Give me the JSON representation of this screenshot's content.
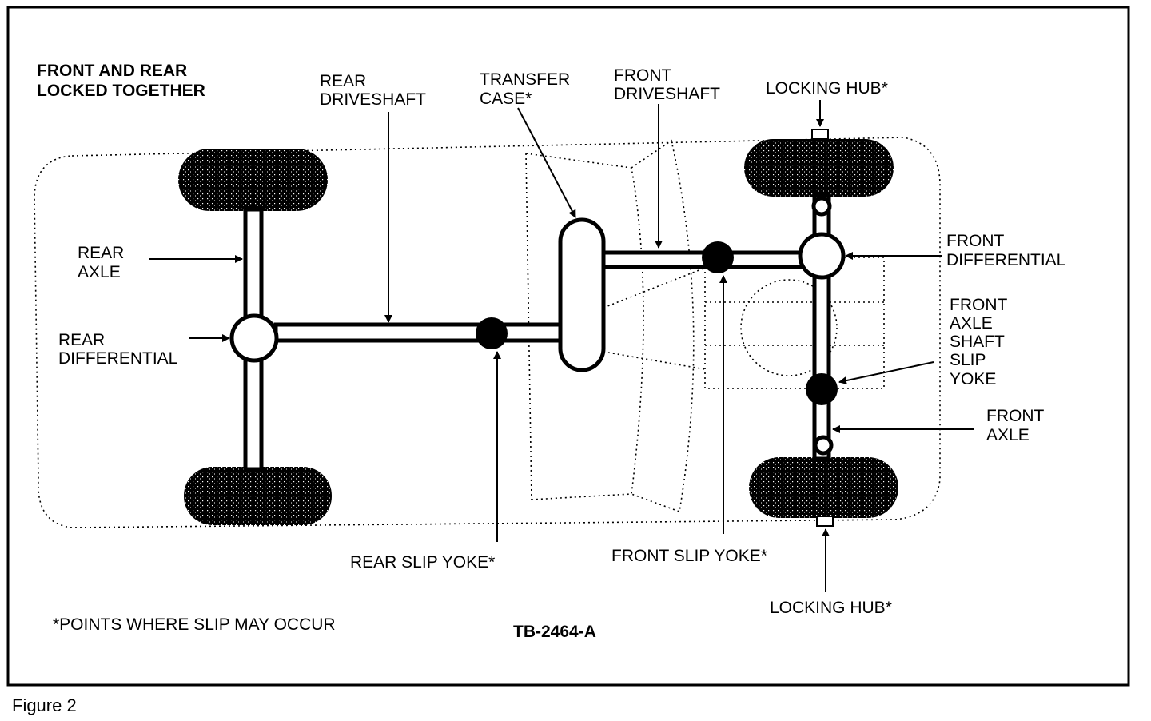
{
  "header": {
    "line1": "FRONT AND REAR",
    "line2": "LOCKED TOGETHER"
  },
  "labels": {
    "rear_driveshaft": [
      "REAR",
      "DRIVESHAFT"
    ],
    "transfer_case": [
      "TRANSFER",
      "CASE*"
    ],
    "front_driveshaft": [
      "FRONT",
      "DRIVESHAFT"
    ],
    "locking_hub_top": "LOCKING HUB*",
    "rear_axle": [
      "REAR",
      "AXLE"
    ],
    "rear_differential": [
      "REAR",
      "DIFFERENTIAL"
    ],
    "front_differential": [
      "FRONT",
      "DIFFERENTIAL"
    ],
    "front_axle_shaft_slip_yoke": [
      "FRONT",
      "AXLE",
      "SHAFT",
      "SLIP",
      "YOKE"
    ],
    "front_axle": [
      "FRONT",
      "AXLE"
    ],
    "rear_slip_yoke": "REAR SLIP YOKE*",
    "front_slip_yoke": "FRONT SLIP YOKE*",
    "locking_hub_bottom": "LOCKING HUB*"
  },
  "footnote": "*POINTS WHERE SLIP MAY OCCUR",
  "ref_code": "TB-2464-A",
  "figure_caption": "Figure 2"
}
